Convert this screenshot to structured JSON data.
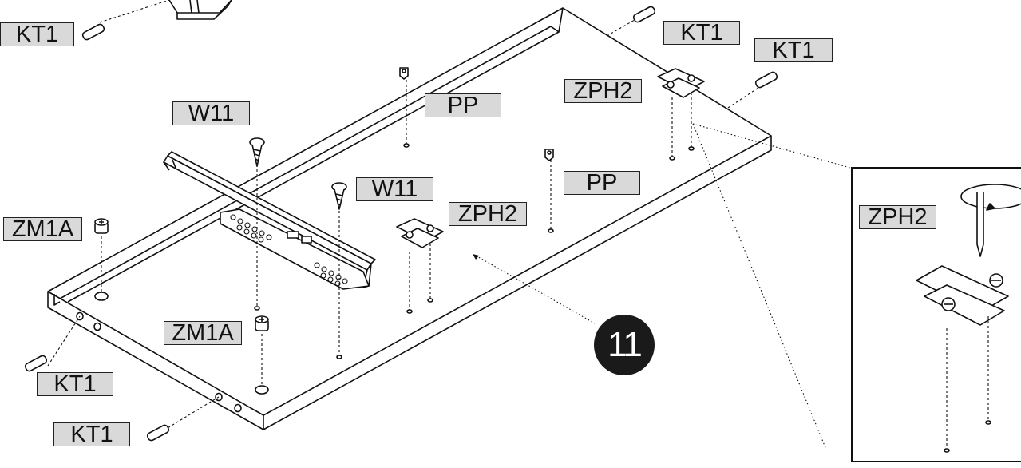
{
  "step_number": "11",
  "labels": {
    "kt1_top_left": "KT1",
    "kt1_top_right_a": "KT1",
    "kt1_top_right_b": "KT1",
    "kt1_bottom_a": "KT1",
    "kt1_bottom_b": "KT1",
    "zph2_top": "ZPH2",
    "zph2_middle": "ZPH2",
    "zph2_detail": "ZPH2",
    "pp_top": "PP",
    "pp_right": "PP",
    "w11_left": "W11",
    "w11_middle": "W11",
    "zm1a_left": "ZM1A",
    "zm1a_bottom": "ZM1A"
  },
  "colors": {
    "label_fill": "#d9d9d9",
    "line": "#111111",
    "badge": "#1a1a1a"
  }
}
